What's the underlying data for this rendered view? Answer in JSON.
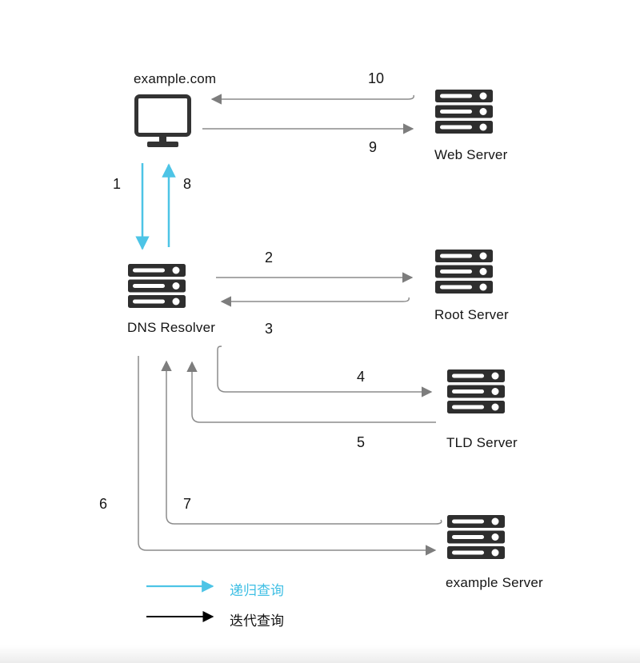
{
  "nodes": {
    "client": {
      "label": "example.com"
    },
    "web": {
      "label": "Web Server"
    },
    "dns": {
      "label": "DNS Resolver"
    },
    "root": {
      "label": "Root Server"
    },
    "tld": {
      "label": "TLD Server"
    },
    "example": {
      "label": "example Server"
    }
  },
  "steps": {
    "1": "1",
    "2": "2",
    "3": "3",
    "4": "4",
    "5": "5",
    "6": "6",
    "7": "7",
    "8": "8",
    "9": "9",
    "10": "10"
  },
  "legend": {
    "recursive": "递归查询",
    "iterative": "迭代查询"
  },
  "colors": {
    "recursive_arrow": "#4DC4E6",
    "iterative_arrow_line": "#8C8C8C",
    "iterative_arrow_head": "#7D7D7D",
    "legend_iterative_arrow": "#000000",
    "icon_dark": "#2E2E2E"
  }
}
